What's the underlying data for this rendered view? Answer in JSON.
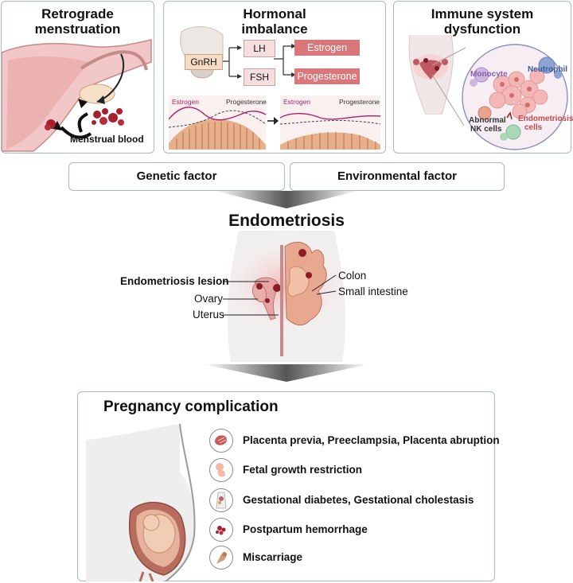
{
  "panels": {
    "retrograde": {
      "title_line1": "Retrograde",
      "title_line2": "menstruation",
      "menstrual_blood_label": "Menstrual  blood"
    },
    "hormonal": {
      "title_line1": "Hormonal",
      "title_line2": "imbalance",
      "gnrh": "GnRH",
      "lh": "LH",
      "fsh": "FSH",
      "estrogen": "Estrogen",
      "progesterone": "Progesterone",
      "chart_left_estrogen": "Estrogen",
      "chart_left_progesterone": "Progesterone",
      "chart_right_estrogen": "Estrogen",
      "chart_right_progesterone": "Progesterone"
    },
    "immune": {
      "title_line1": "Immune system",
      "title_line2": "dysfunction",
      "monocyte": "Monocyte",
      "neutrophil": "Neutrophil",
      "abnormal_nk_line1": "Abnormal",
      "abnormal_nk_line2": "NK cells",
      "endo_cells_line1": "Endometriosis",
      "endo_cells_line2": "cells"
    }
  },
  "factors": {
    "genetic": "Genetic factor",
    "environmental": "Environmental factor"
  },
  "center": {
    "title": "Endometriosis",
    "labels": {
      "lesion": "Endometriosis lesion",
      "ovary": "Ovary",
      "uterus": "Uterus",
      "colon": "Colon",
      "small_intestine": "Small intestine"
    }
  },
  "pregnancy": {
    "title": "Pregnancy complication",
    "items": [
      {
        "label": "Placenta previa, Preeclampsia, Placenta abruption",
        "icon": "placenta-icon"
      },
      {
        "label": "Fetal growth restriction",
        "icon": "fetus-icon"
      },
      {
        "label": "Gestational diabetes, Gestational cholestasis",
        "icon": "body-organs-icon"
      },
      {
        "label": "Postpartum hemorrhage",
        "icon": "hemorrhage-icon"
      },
      {
        "label": "Miscarriage",
        "icon": "miscarriage-icon"
      }
    ]
  },
  "colors": {
    "panel_border": "#a9b6d3",
    "hormone_red": "#d9777a",
    "gnrh_fill": "#f5dcc4",
    "estrogen_line": "#b0206a",
    "blood_red": "#a8202c",
    "tissue_pink": "#f2c7c7"
  }
}
